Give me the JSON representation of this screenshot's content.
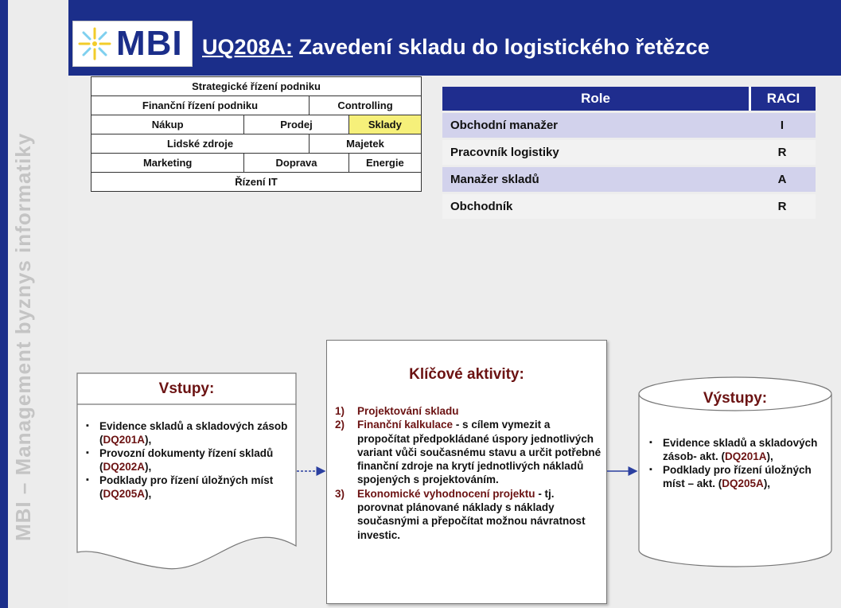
{
  "sidebar": {
    "text": "MBI – Management byznys informatiky"
  },
  "header": {
    "logo_text": "MBI",
    "title_code": "UQ208A:",
    "title_text": " Zavedení skladu do logistického řetězce"
  },
  "org_chart": {
    "row1": "Strategické řízení podniku",
    "row2": [
      "Finanční řízení podniku",
      "Controlling"
    ],
    "row3": [
      "Nákup",
      "Prodej",
      "Sklady"
    ],
    "row4": [
      "Lidské zdroje",
      "Majetek"
    ],
    "row5": [
      "Marketing",
      "Doprava",
      "Energie"
    ],
    "row6": "Řízení IT",
    "highlight_color": "#f6f07a"
  },
  "raci": {
    "header_role": "Role",
    "header_raci": "RACI",
    "rows": [
      {
        "role": "Obchodní manažer",
        "raci": "I"
      },
      {
        "role": "Pracovník logistiky",
        "raci": "R"
      },
      {
        "role": "Manažer skladů",
        "raci": "A"
      },
      {
        "role": "Obchodník",
        "raci": "R"
      }
    ]
  },
  "inputs": {
    "title": "Vstupy:",
    "items": [
      {
        "text": "Evidence skladů a skladových zásob (",
        "code": "DQ201A",
        "suffix": "),"
      },
      {
        "text": "Provozní dokumenty řízení skladů (",
        "code": "DQ202A",
        "suffix": "),"
      },
      {
        "text": "Podklady pro řízení úložných míst (",
        "code": "DQ205A",
        "suffix": "),"
      }
    ]
  },
  "activities": {
    "title": "Klíčové aktivity:",
    "items": [
      {
        "num": "1)",
        "highlight": "Projektování skladu",
        "text": ""
      },
      {
        "num": "2)",
        "highlight": "Finanční kalkulace",
        "text": " - s cílem vymezit a propočítat předpokládané úspory jednotlivých variant vůči současnému stavu a určit potřebné finanční zdroje na krytí jednotlivých nákladů spojených s projektováním."
      },
      {
        "num": "3)",
        "highlight": "Ekonomické vyhodnocení projektu",
        "text": " - tj. porovnat plánované náklady s náklady současnými  a přepočítat možnou návratnost investic."
      }
    ]
  },
  "outputs": {
    "title": "Výstupy:",
    "items": [
      {
        "text": "Evidence skladů a skladových zásob- akt. (",
        "code": "DQ201A",
        "suffix": "),"
      },
      {
        "text": "Podklady pro řízení úložných míst – akt. (",
        "code": "DQ205A",
        "suffix": "),"
      }
    ]
  },
  "colors": {
    "brand_blue": "#1b2e8a",
    "accent_red": "#6b1212"
  }
}
